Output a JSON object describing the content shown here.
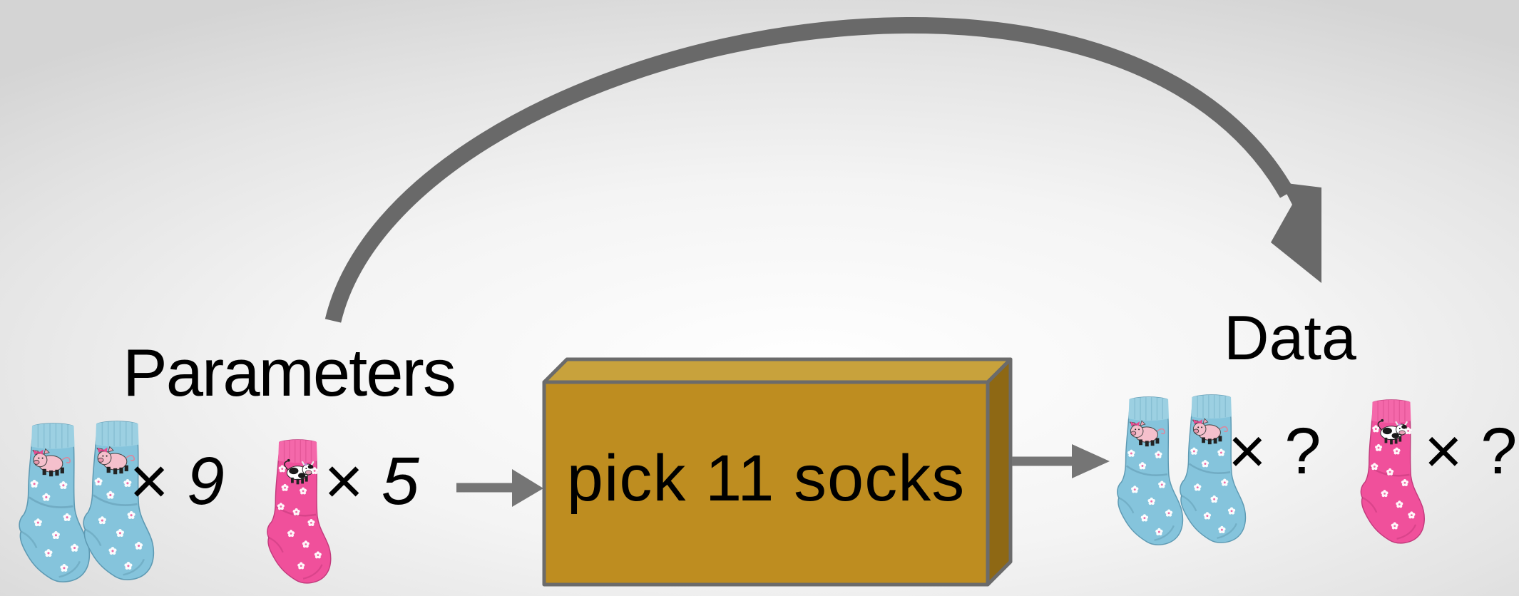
{
  "slide": {
    "parameters": {
      "title": "Parameters",
      "items": [
        {
          "icon": "blue-pig-socks-pair-icon",
          "multiplier": "× 9"
        },
        {
          "icon": "pink-cow-sock-icon",
          "multiplier": "× 5"
        }
      ]
    },
    "box": {
      "label": "pick 11 socks",
      "front_color": "#be8d20",
      "top_color": "#c8a23c",
      "side_color": "#8e6814",
      "border_color": "#6b6b6b"
    },
    "data": {
      "title": "Data",
      "items": [
        {
          "icon": "blue-pig-socks-pair-icon",
          "multiplier": "× ?"
        },
        {
          "icon": "pink-cow-sock-icon",
          "multiplier": "× ?"
        }
      ]
    },
    "colors": {
      "curved_arrow": "#696969",
      "straight_arrow": "#757575",
      "blue_sock": "#85c4dc",
      "blue_sock_cuff": "#9cd0e2",
      "pink_sock": "#f0509b",
      "pink_sock_cuff": "#f468aa",
      "text": "#000000",
      "background_center": "#ffffff",
      "background_edge": "#d4d4d4"
    }
  }
}
